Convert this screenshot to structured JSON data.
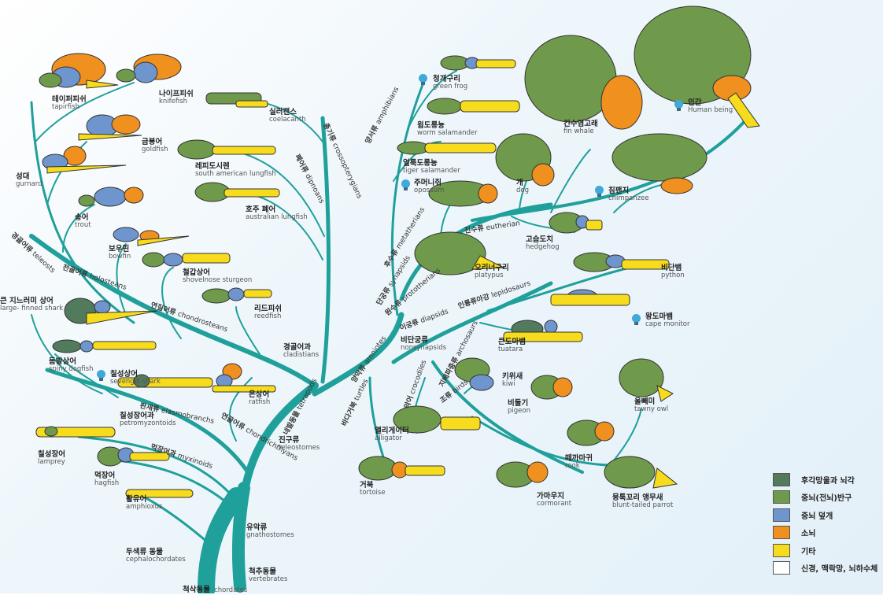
{
  "colors": {
    "branch": "#1fa09a",
    "hindbrain": "#527a5c",
    "cerebrum": "#6f9a4c",
    "optic": "#6f95cf",
    "cerebellum": "#f0901f",
    "other": "#f7dc1e",
    "nerve": "#ffffff"
  },
  "legend": [
    {
      "label": "후각망울과 뇌각",
      "color": "#527a5c"
    },
    {
      "label": "중뇌(전뇌)반구",
      "color": "#6f9a4c"
    },
    {
      "label": "중뇌 덮개",
      "color": "#6f95cf"
    },
    {
      "label": "소뇌",
      "color": "#f0901f"
    },
    {
      "label": "기타",
      "color": "#f7dc1e"
    },
    {
      "label": "신경, 맥락망, 뇌하수체",
      "color": "#ffffff"
    }
  ],
  "animals": {
    "tapirfish": {
      "ko": "테이퍼피쉬",
      "en": "tapirfish"
    },
    "knifefish": {
      "ko": "나이프피쉬",
      "en": "knifefish"
    },
    "coelacanth": {
      "ko": "실러캔스",
      "en": "coelacanth"
    },
    "goldfish": {
      "ko": "금붕어",
      "en": "goldfish"
    },
    "gurnard": {
      "ko": "성대",
      "en": "gurnard"
    },
    "trout": {
      "ko": "송어",
      "en": "trout"
    },
    "bowfin": {
      "ko": "보우핀",
      "en": "bowfin"
    },
    "sturgeon": {
      "ko": "철갑상어",
      "en": "shovelnose sturgeon"
    },
    "reedfish": {
      "ko": "리드피쉬",
      "en": "reedfish"
    },
    "shark": {
      "ko": "큰 지느러미 상어",
      "en": "large- finned shark"
    },
    "dogfish": {
      "ko": "돔발상어",
      "en": "spiny dogfish"
    },
    "sevengill": {
      "ko": "칠성상어",
      "en": "sevengill shark"
    },
    "ratfish": {
      "ko": "은상어",
      "en": "ratfish"
    },
    "lamprey": {
      "ko": "칠성장어",
      "en": "lamprey"
    },
    "hagfish": {
      "ko": "먹장어",
      "en": "hagfish"
    },
    "amphioxus": {
      "ko": "활유어",
      "en": "amphioxus"
    },
    "s_am_lungfish": {
      "ko": "레피도시렌",
      "en": "south american lungfish"
    },
    "au_lungfish": {
      "ko": "호주 폐어",
      "en": "australian lungfish"
    },
    "frog": {
      "ko": "청개구리",
      "en": "green frog"
    },
    "worm_sal": {
      "ko": "윔도롱뇽",
      "en": "worm salamander"
    },
    "tiger_sal": {
      "ko": "얼룩도롱뇽",
      "en": "tiger salamander"
    },
    "opossum": {
      "ko": "주머니쥐",
      "en": "opossum"
    },
    "dog": {
      "ko": "개",
      "en": "dog"
    },
    "whale": {
      "ko": "긴수염고래",
      "en": "fin whale"
    },
    "human": {
      "ko": "인간",
      "en": "Human being"
    },
    "chimp": {
      "ko": "침팬지",
      "en": "chimpanzee"
    },
    "hedgehog": {
      "ko": "고슴도치",
      "en": "hedgehog"
    },
    "platypus": {
      "ko": "오리너구리",
      "en": "platypus"
    },
    "python": {
      "ko": "비단뱀",
      "en": "python"
    },
    "cape_monitor": {
      "ko": "왕도마뱀",
      "en": "cape monitor"
    },
    "tuatara": {
      "ko": "큰도마뱀",
      "en": "tuatara"
    },
    "kiwi": {
      "ko": "키위새",
      "en": "kiwi"
    },
    "pigeon": {
      "ko": "비둘기",
      "en": "pigeon"
    },
    "owl": {
      "ko": "올빼미",
      "en": "tawny owl"
    },
    "rook": {
      "ko": "떼까마귀",
      "en": "rook"
    },
    "cormorant": {
      "ko": "가마우지",
      "en": "cormorant"
    },
    "parrot": {
      "ko": "뭉툭꼬리 앵무새",
      "en": "blunt-tailed parrot"
    },
    "alligator": {
      "ko": "앨리게이터",
      "en": "alligator"
    },
    "tortoise": {
      "ko": "거북",
      "en": "tortoise"
    }
  },
  "clades": {
    "chordates": {
      "ko": "척삭동물",
      "en": "chordates"
    },
    "vertebrates": {
      "ko": "척추동물",
      "en": "vertebrates"
    },
    "cephalochordates": {
      "ko": "두색류 동물",
      "en": "cephalochordates"
    },
    "gnathostomes": {
      "ko": "유악류",
      "en": "gnathostomes"
    },
    "teleostomes": {
      "ko": "진구류",
      "en": "teleostomes"
    },
    "chondrichthyans": {
      "ko": "연골어류",
      "en": "chondrichthyans"
    },
    "elasmobranchs": {
      "ko": "판새류",
      "en": "elasmobranchs"
    },
    "petromyzontoids": {
      "ko": "칠성장어과",
      "en": "petromyzontoids"
    },
    "myxinoids": {
      "ko": "먹장어과",
      "en": "myxinoids"
    },
    "cladistians": {
      "ko": "경골어과",
      "en": "cladistians"
    },
    "chondrosteans": {
      "ko": "연질어류",
      "en": "chondrosteans"
    },
    "holosteans": {
      "ko": "전골어류",
      "en": "holosteans"
    },
    "teleosts": {
      "ko": "경골어류",
      "en": "teleosts"
    },
    "tetrapods": {
      "ko": "네발동물",
      "en": "tetrapods"
    },
    "amniotes": {
      "ko": "양막류",
      "en": "amniotes"
    },
    "turtles": {
      "ko": "바다거북",
      "en": "turtles"
    },
    "crocodiles": {
      "ko": "악어",
      "en": "crocodiles"
    },
    "birds": {
      "ko": "조류",
      "en": "birds"
    },
    "archosaurs": {
      "ko": "지배파충류",
      "en": "archosaurs"
    },
    "nonsynapsids": {
      "ko": "비단궁류",
      "en": "nonsynapsids"
    },
    "diapsids": {
      "ko": "이궁류",
      "en": "diapsids"
    },
    "lepidosaurs": {
      "ko": "인룡류아강",
      "en": "lepidosaurs"
    },
    "synapsids": {
      "ko": "단궁류",
      "en": "synapsids"
    },
    "prototherians": {
      "ko": "원수류",
      "en": "prototherians"
    },
    "metatherians": {
      "ko": "후수류",
      "en": "metatherians"
    },
    "eutherian": {
      "ko": "진수류",
      "en": "eutherian"
    },
    "amphibians": {
      "ko": "양서류",
      "en": "amphibians"
    },
    "crossopterygians": {
      "ko": "총기류",
      "en": "crossopterygians"
    },
    "dipnoans": {
      "ko": "폐어류",
      "en": "dipnoans"
    }
  }
}
